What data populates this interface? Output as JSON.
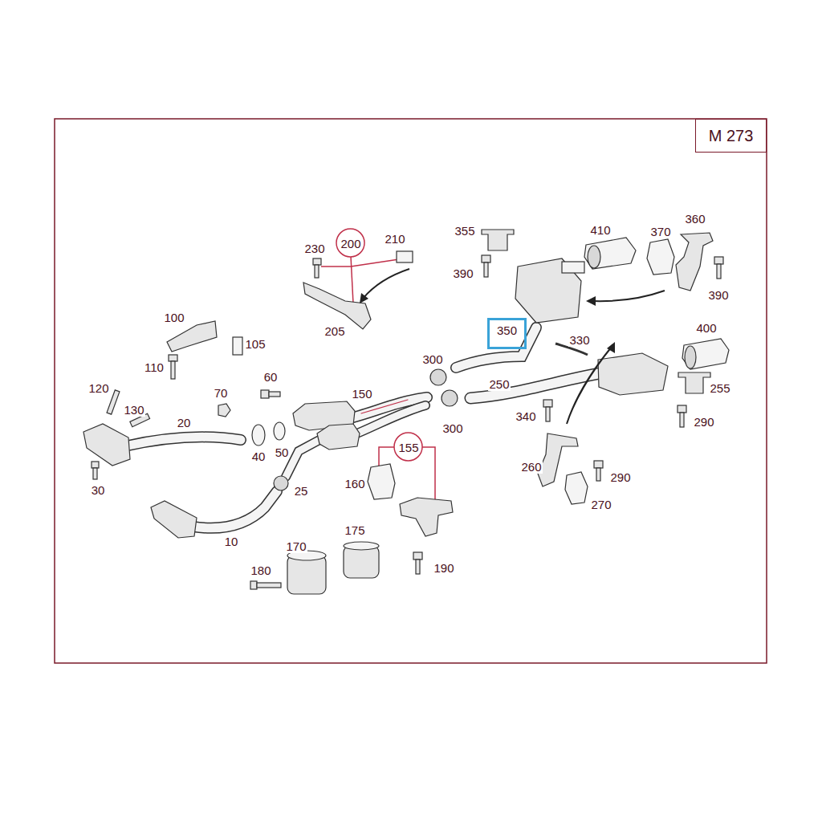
{
  "diagram": {
    "nodes": [
      {
        "text": [
          "M 273"
        ]
      },
      {
        "text": [
          "200"
        ]
      },
      {
        "text": [
          "350"
        ]
      },
      {
        "text": [
          "155"
        ]
      }
    ],
    "labels": [
      "355",
      "410",
      "370",
      "360",
      "390",
      "390",
      "230",
      "210",
      "205",
      "100",
      "105",
      "110",
      "330",
      "400",
      "300",
      "250",
      "255",
      "340",
      "290",
      "120",
      "130",
      "70",
      "60",
      "150",
      "20",
      "300",
      "50",
      "40",
      "25",
      "160",
      "260",
      "290",
      "270",
      "30",
      "10",
      "170",
      "175",
      "180",
      "190"
    ]
  }
}
